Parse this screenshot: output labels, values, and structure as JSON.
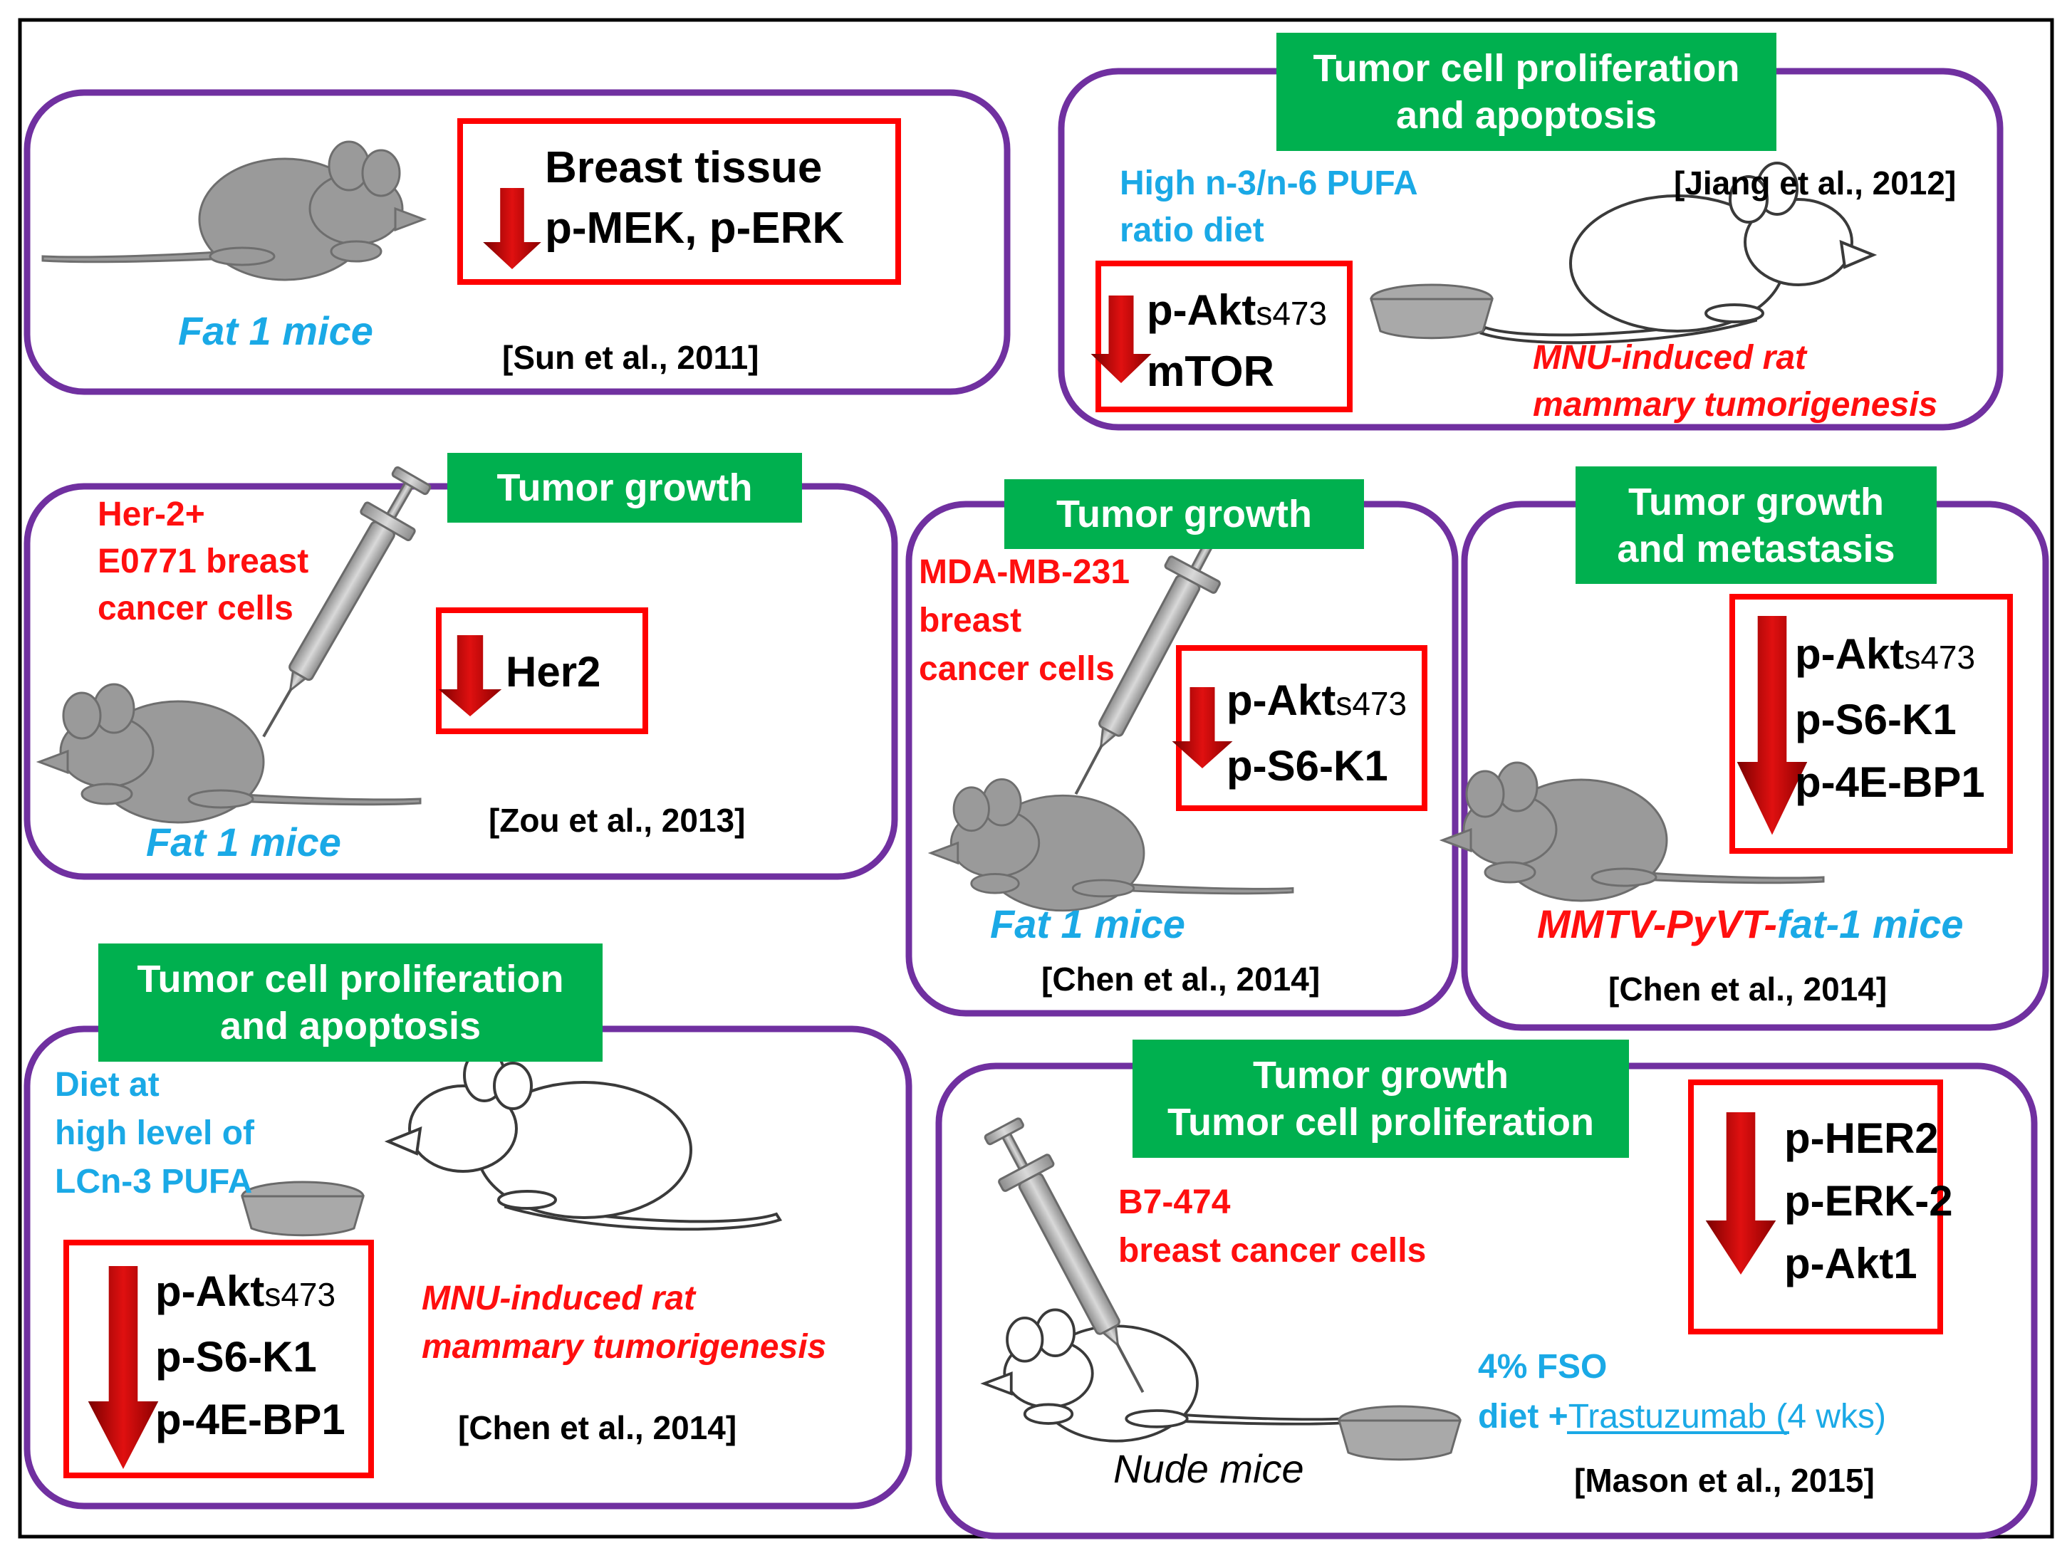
{
  "panel1": {
    "protein_header": "Breast tissue",
    "proteins": "p-MEK, p-ERK",
    "model": "Fat 1 mice",
    "ref": "[Sun et al., 2011]"
  },
  "panel2": {
    "tag": [
      "Tumor cell proliferation",
      "and apoptosis"
    ],
    "diet": [
      "High n-3/n-6 PUFA",
      "ratio diet"
    ],
    "ref": "[Jiang et al., 2012]",
    "proteins": [
      {
        "name": "p-Akt",
        "site": "s473"
      },
      {
        "name": "mTOR",
        "site": ""
      }
    ],
    "model": [
      "MNU-induced rat",
      "mammary tumorigenesis"
    ]
  },
  "panel3": {
    "tag": "Tumor growth",
    "cells": [
      "Her-2+",
      "E0771 breast",
      "cancer cells"
    ],
    "protein": "Her2",
    "model": "Fat 1 mice",
    "ref": "[Zou et al., 2013]"
  },
  "panel4": {
    "tag": "Tumor growth",
    "cells": [
      "MDA-MB-231",
      "breast",
      "cancer cells"
    ],
    "proteins": [
      {
        "name": "p-Akt",
        "site": "s473"
      },
      {
        "name": "p-S6-K1",
        "site": ""
      }
    ],
    "model": "Fat 1 mice",
    "ref": "[Chen et al., 2014]"
  },
  "panel5": {
    "tag": [
      "Tumor growth",
      "and metastasis"
    ],
    "proteins": [
      {
        "name": "p-Akt",
        "site": "s473"
      },
      {
        "name": "p-S6-K1",
        "site": ""
      },
      {
        "name": "p-4E-BP1",
        "site": ""
      }
    ],
    "model_red": "MMTV-PyVT-",
    "model_blue": "fat-1 mice",
    "ref": "[Chen et al., 2014]"
  },
  "panel6": {
    "tag": [
      "Tumor cell proliferation",
      "and apoptosis"
    ],
    "diet": [
      "Diet at",
      "high level of",
      "LCn-3 PUFA"
    ],
    "proteins": [
      {
        "name": "p-Akt",
        "site": "s473"
      },
      {
        "name": "p-S6-K1",
        "site": ""
      },
      {
        "name": "p-4E-BP1",
        "site": ""
      }
    ],
    "model": [
      "MNU-induced rat",
      "mammary tumorigenesis"
    ],
    "ref": "[Chen et al., 2014]"
  },
  "panel7": {
    "tag": [
      "Tumor growth",
      "Tumor cell proliferation"
    ],
    "cells": [
      "B7-474",
      "breast cancer cells"
    ],
    "proteins": [
      "p-HER2",
      "p-ERK-2",
      "p-Akt1"
    ],
    "diet_line1": "4% FSO",
    "diet_prefix": "diet +",
    "diet_drug": "Trastuzumab ",
    "diet_suffix": "(4 wks)",
    "model": "Nude mice",
    "ref": "[Mason et al., 2015]"
  },
  "colors": {
    "panel_border": "#7030a0",
    "tag_green": "#00b04f",
    "blue_text": "#1aa9e6",
    "red_text": "#ff0f0f",
    "box_red": "#ff0000",
    "arrow_red": "#c00000",
    "mouse_gray": "#9a9a9a"
  }
}
